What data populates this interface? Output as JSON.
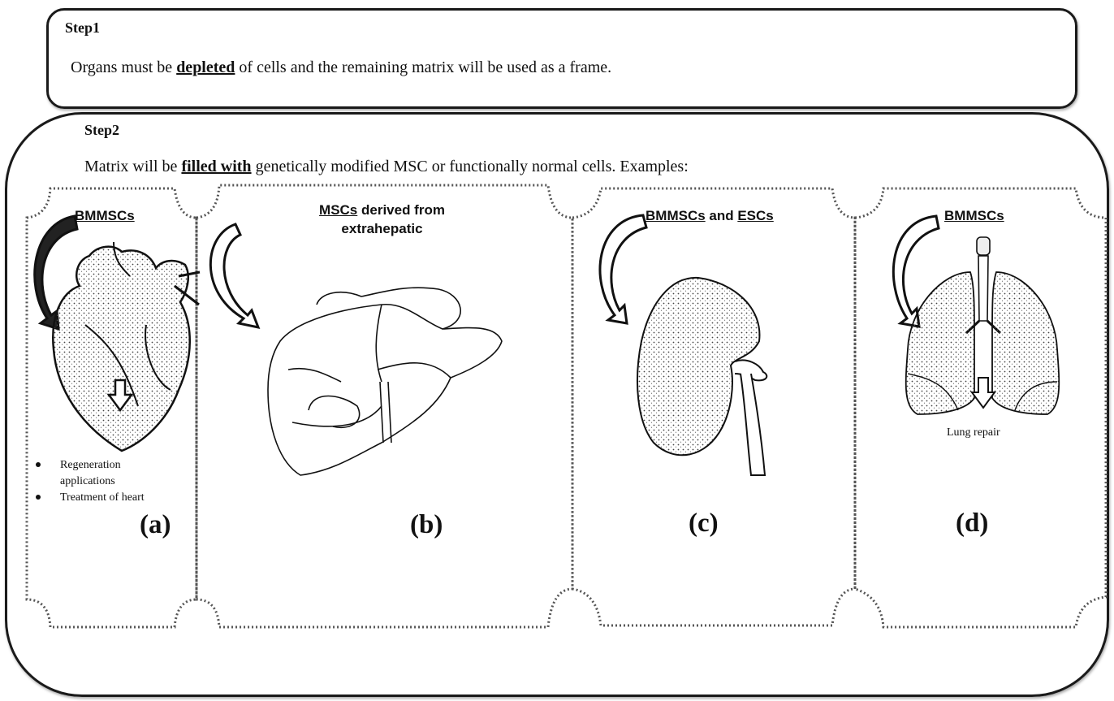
{
  "step1": {
    "title": "Step1",
    "text_before": "Organs must be ",
    "emphasis": "depleted",
    "text_after": " of cells and the remaining matrix will be used as a frame."
  },
  "step2": {
    "title": "Step2",
    "text_before": "Matrix will be ",
    "emphasis": "filled with",
    "text_after": " genetically modified MSC or functionally normal cells. Examples:"
  },
  "panels": [
    {
      "id": "a",
      "label": "BMMSCs",
      "letter": "(a)",
      "organ": "heart-icon",
      "outcomes": [
        "Regeneration",
        "applications",
        "Treatment of heart"
      ]
    },
    {
      "id": "b",
      "label_part1": "MSCs",
      "label_part2": " derived from",
      "label_line2": "extrahepatic",
      "letter": "(b)",
      "organ": "liver-icon"
    },
    {
      "id": "c",
      "label_part1": "BMMSCs",
      "label_mid": " and ",
      "label_part2": "ESCs",
      "letter": "(c)",
      "organ": "kidney-icon"
    },
    {
      "id": "d",
      "label": "BMMSCs",
      "letter": "(d)",
      "organ": "lungs-icon",
      "outcome": "Lung repair"
    }
  ]
}
